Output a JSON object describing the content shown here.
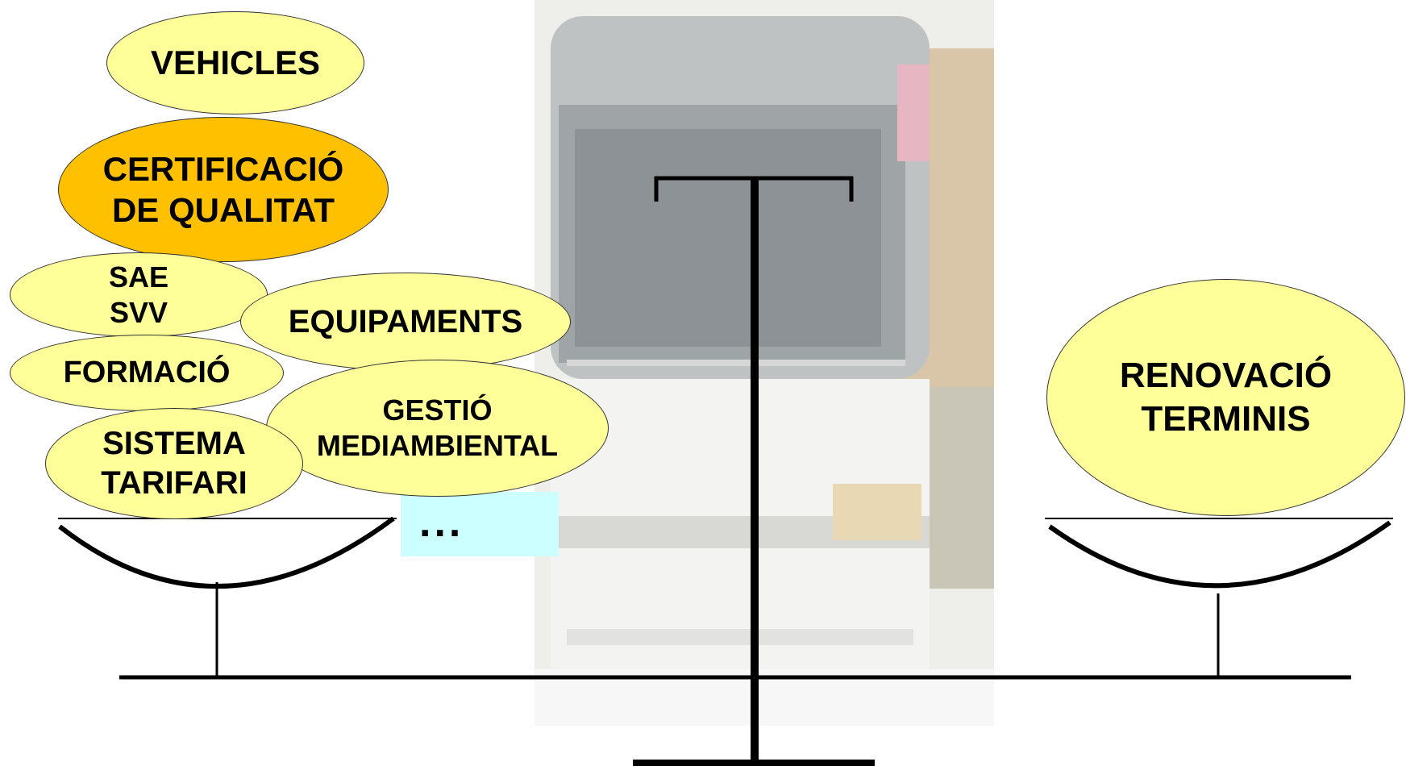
{
  "left_pan_items": {
    "vehicles": "VEHICLES",
    "certificacio": "CERTIFICACIÓ\nDE QUALITAT",
    "sae": "SAE\nSVV",
    "equipaments": "EQUIPAMENTS",
    "formacio": "FORMACIÓ",
    "gestio": "GESTIÓ\nMEDIAMBIENTAL",
    "sistema": "SISTEMA\nTARIFARI",
    "more": "..."
  },
  "right_pan_item": "RENOVACIÓ\nTERMINIS",
  "colors": {
    "oval_fill": "#ffff99",
    "highlight_fill": "#ffc000",
    "more_box": "#ccffff",
    "scale_stroke": "#000000"
  }
}
